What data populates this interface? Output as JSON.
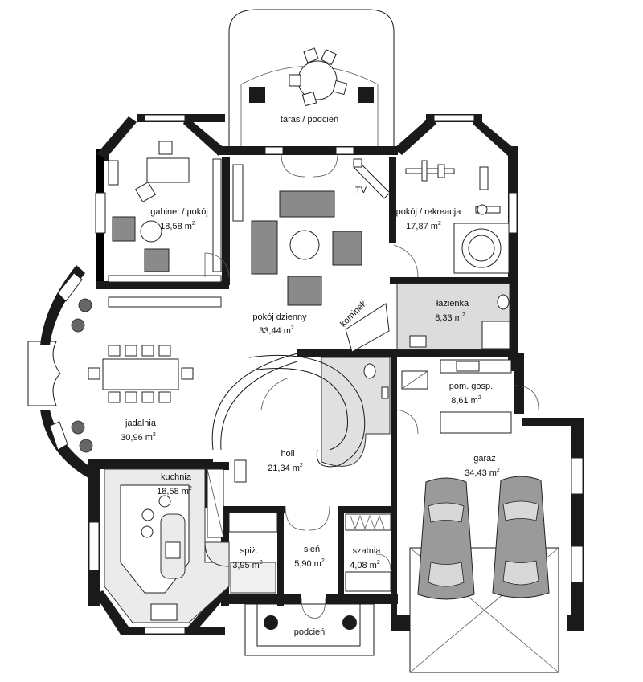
{
  "rooms": {
    "terrace": {
      "name": "taras / podcień"
    },
    "study": {
      "name": "gabinet / pokój",
      "area": "18,58 m",
      "unit_sup": "2"
    },
    "living": {
      "name": "pokój dzienny",
      "area": "33,44 m",
      "unit_sup": "2"
    },
    "recreation": {
      "name": "pokój / rekreacja",
      "area": "17,87 m",
      "unit_sup": "2"
    },
    "bathroom": {
      "name": "łazienka",
      "area": "8,33 m",
      "unit_sup": "2"
    },
    "dining": {
      "name": "jadalnia",
      "area": "30,96 m",
      "unit_sup": "2"
    },
    "hall": {
      "name": "holl",
      "area": "21,34 m",
      "unit_sup": "2"
    },
    "utility": {
      "name": "pom. gosp.",
      "area": "8,61 m",
      "unit_sup": "2"
    },
    "garage": {
      "name": "garaż",
      "area": "34,43 m",
      "unit_sup": "2"
    },
    "kitchen": {
      "name": "kuchnia",
      "area": "18,58 m",
      "unit_sup": "2"
    },
    "pantry": {
      "name": "spiż.",
      "area": "3,95 m",
      "unit_sup": "2"
    },
    "vestibule": {
      "name": "sień",
      "area": "5,90 m",
      "unit_sup": "2"
    },
    "wardrobe": {
      "name": "szatnia",
      "area": "4,08 m",
      "unit_sup": "2"
    },
    "porch": {
      "name": "podcień"
    }
  },
  "labels": {
    "tv": "TV",
    "fireplace": "kominek"
  },
  "colors": {
    "wall": "#1a1a1a",
    "bathroom_floor": "#dcdcdc",
    "kitchen_floor": "#ebebeb",
    "furniture": "#8a8a8a"
  }
}
